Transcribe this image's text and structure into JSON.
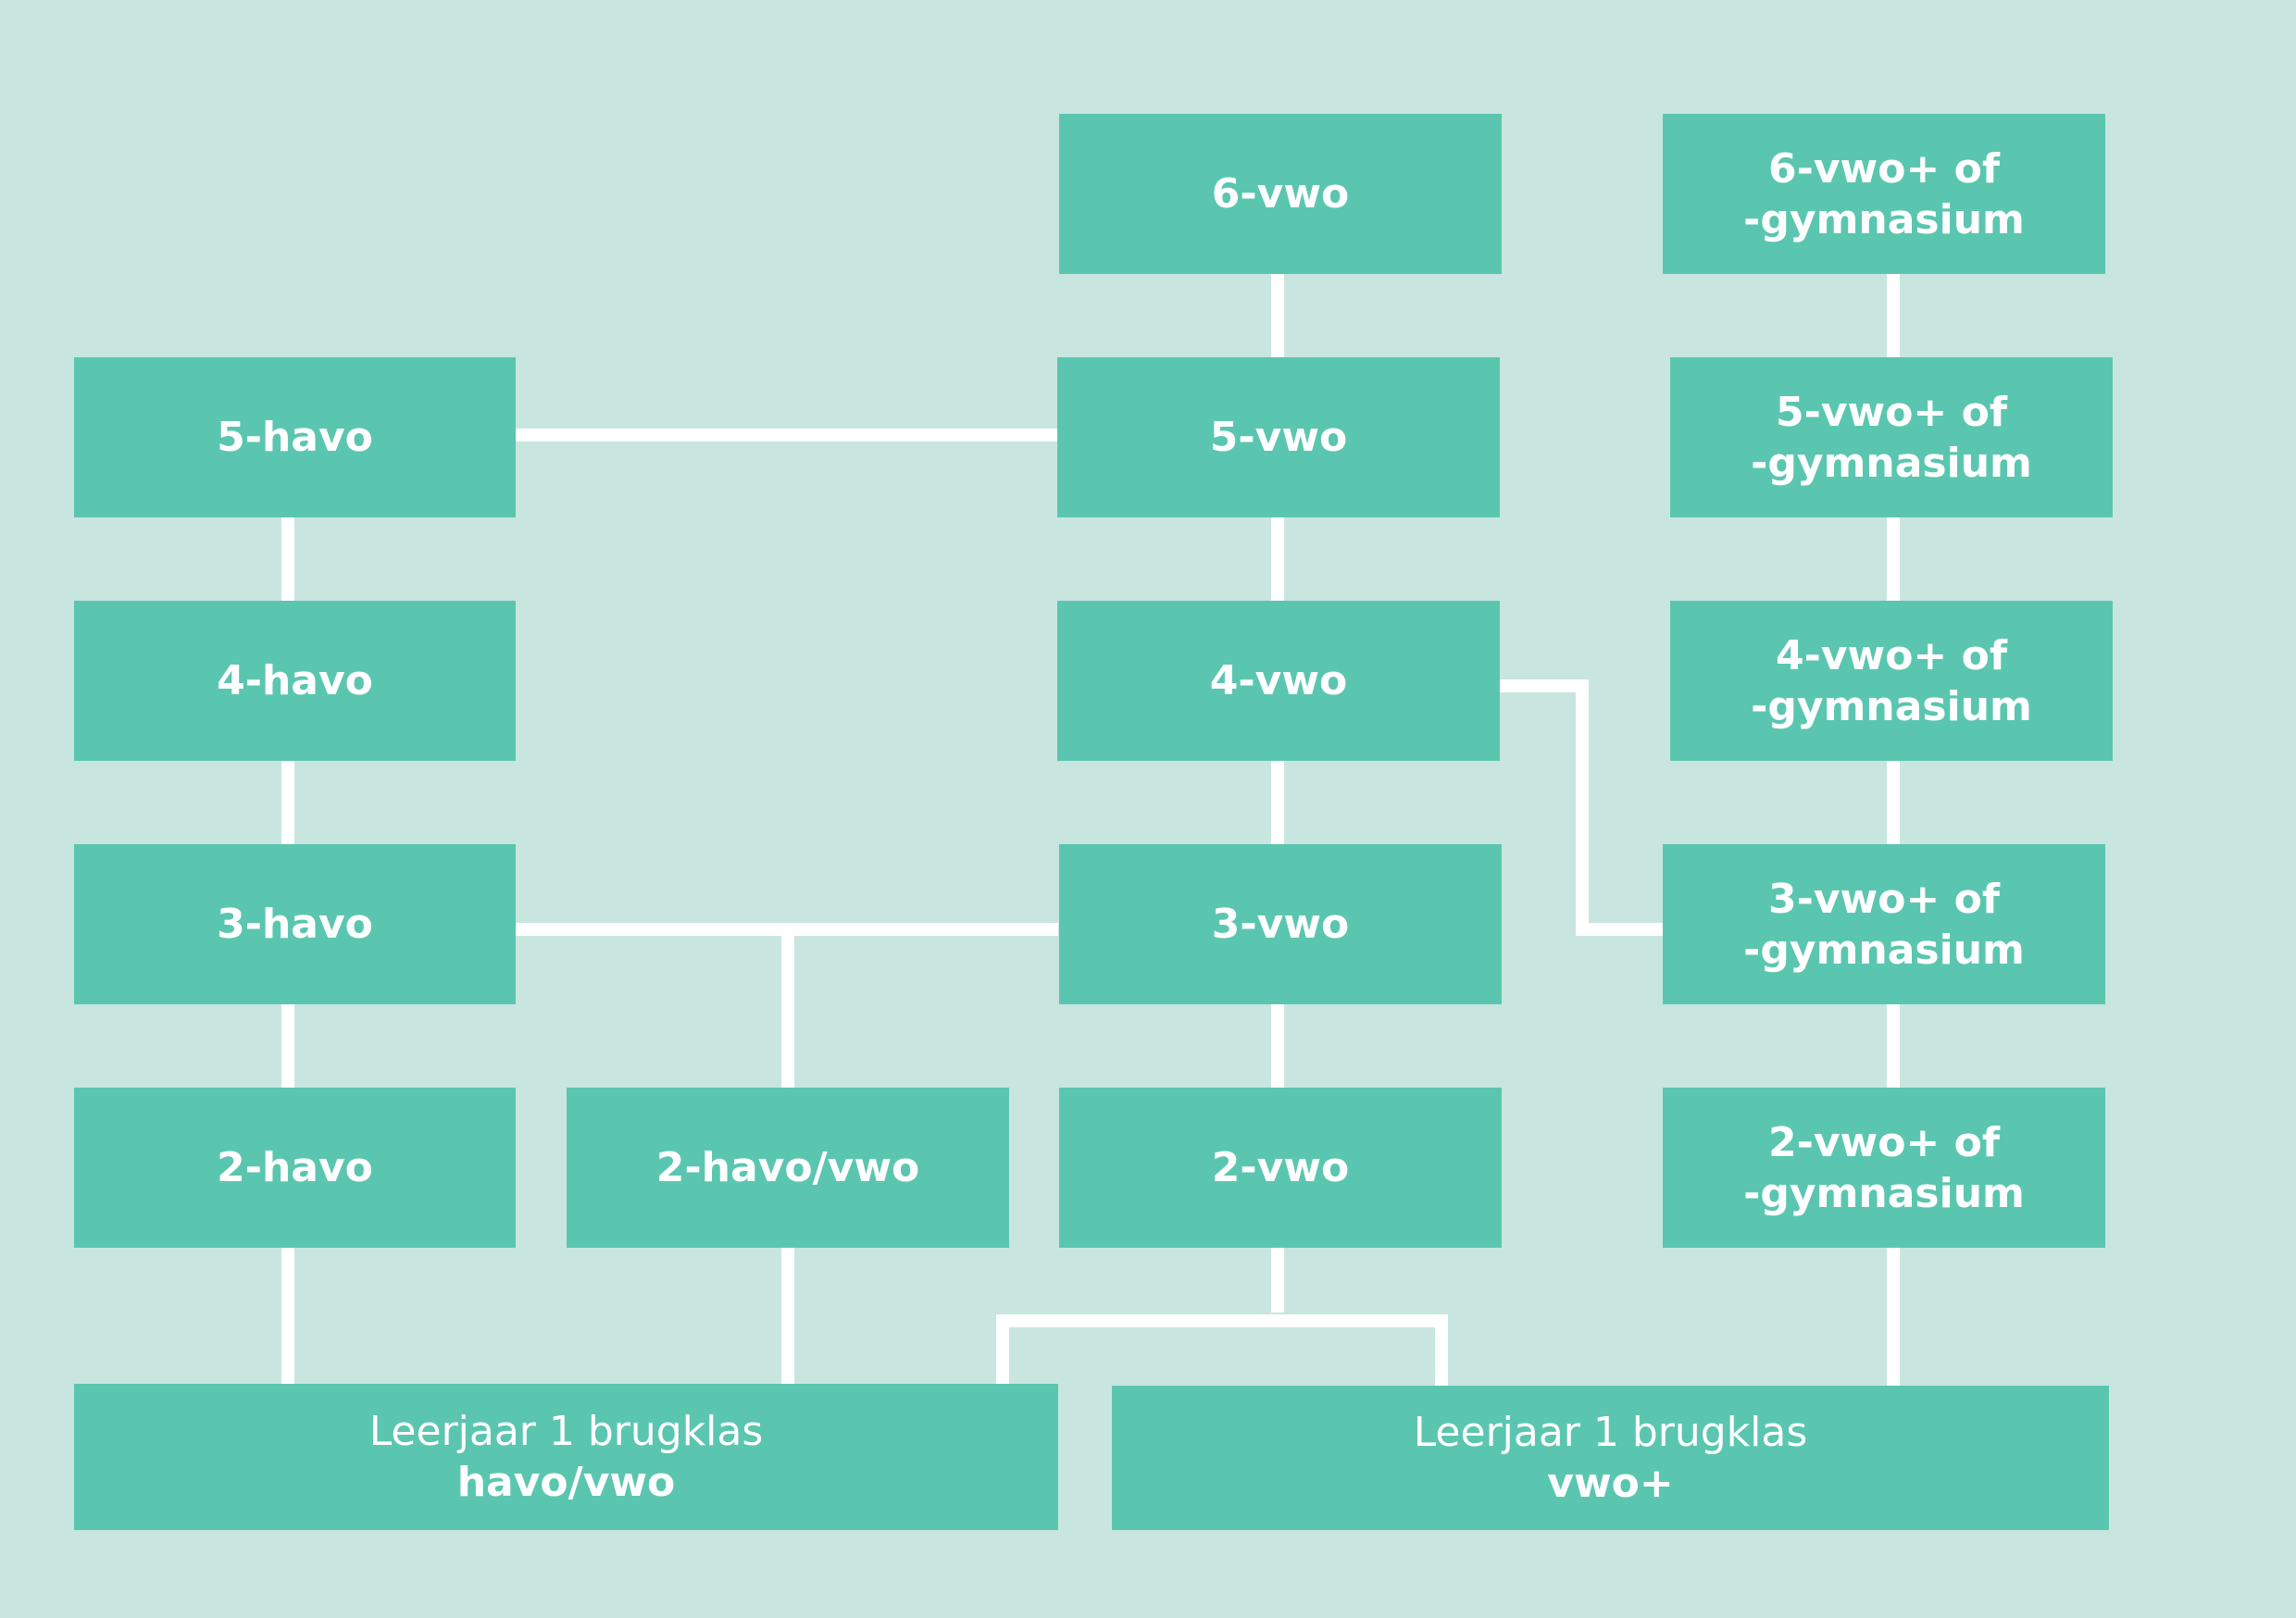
{
  "nodes": {
    "havo5": "5-havo",
    "havo4": "4-havo",
    "havo3": "3-havo",
    "havo2": "2-havo",
    "havovwo2": "2-havo/vwo",
    "vwo6": "6-vwo",
    "vwo5": "5-vwo",
    "vwo4": "4-vwo",
    "vwo3": "3-vwo",
    "vwo2": "2-vwo",
    "plus6": [
      "6-vwo+ of",
      "-gymnasium"
    ],
    "plus5": [
      "5-vwo+ of",
      "-gymnasium"
    ],
    "plus4": [
      "4-vwo+ of",
      "-gymnasium"
    ],
    "plus3": [
      "3-vwo+ of",
      "-gymnasium"
    ],
    "plus2": [
      "2-vwo+ of",
      "-gymnasium"
    ],
    "brug_havovwo": [
      "Leerjaar 1 brugklas",
      "havo/vwo"
    ],
    "brug_vwoplus": [
      "Leerjaar 1 brugklas",
      "vwo+"
    ]
  },
  "colors": {
    "background": "#c8e6df",
    "box": "#5bc6af",
    "connector": "#ffffff",
    "text": "#ffffff"
  }
}
